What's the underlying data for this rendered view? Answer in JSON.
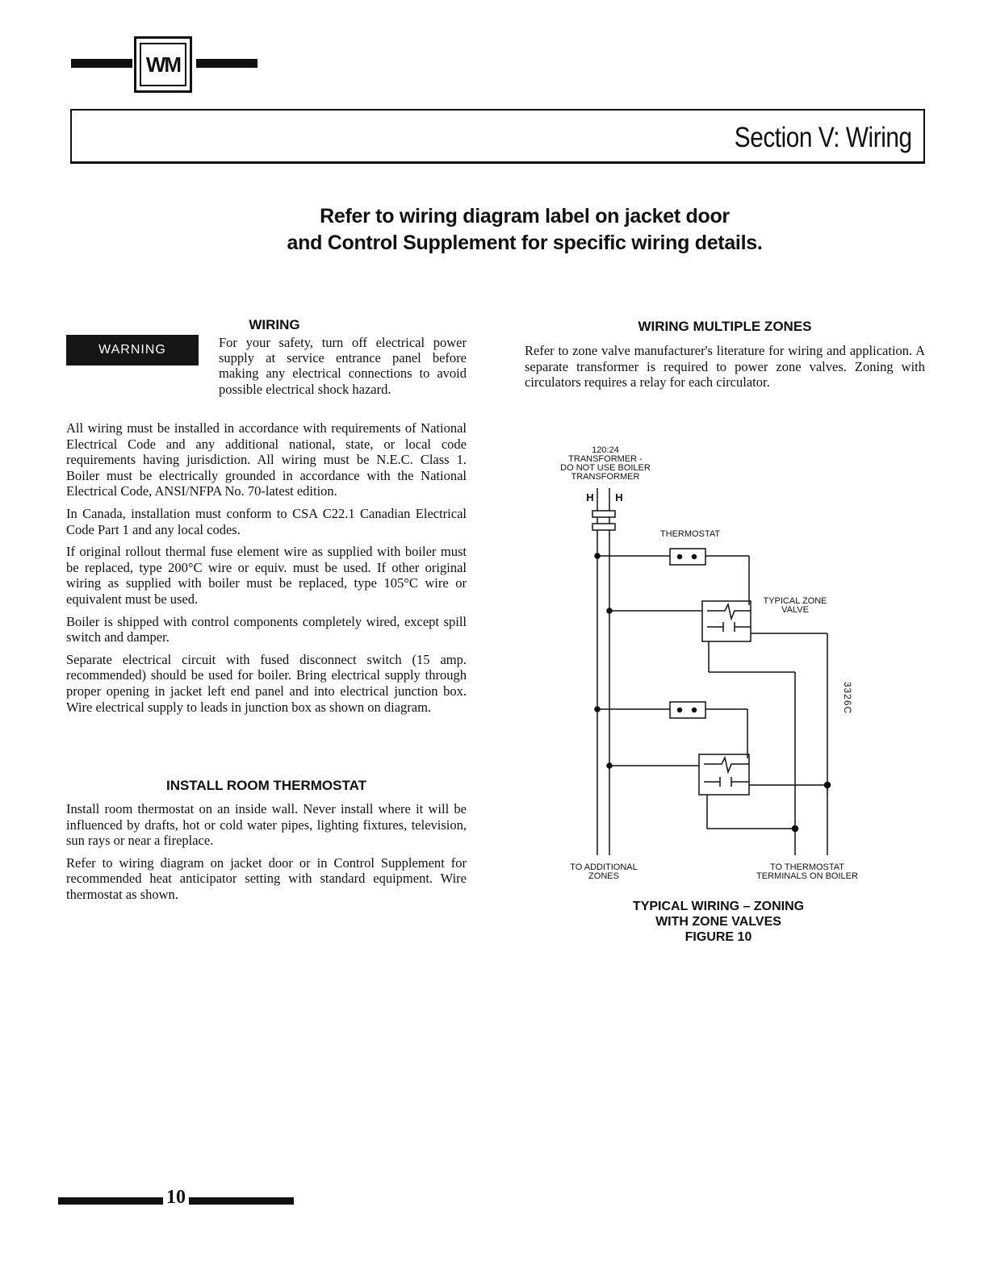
{
  "header": {
    "logo_text": "WM",
    "section_title": "Section V: Wiring"
  },
  "headline": {
    "line1": "Refer to wiring diagram label on jacket door",
    "line2": "and Control Supplement for specific wiring details."
  },
  "wiring": {
    "heading": "WIRING",
    "warning_label": "WARNING",
    "warning_text": "For your safety, turn off electrical power supply at service entrance panel before making any electrical connections to avoid possible electrical shock hazard.",
    "paragraphs": [
      "All wiring must be installed in accordance with requirements of National Electrical Code and any additional national, state, or local code requirements having jurisdiction. All wiring must be N.E.C. Class 1. Boiler must be electrically grounded in accordance with the National Electrical Code, ANSI/NFPA No. 70-latest edition.",
      "In Canada, installation must conform to CSA C22.1 Canadian Electrical Code Part 1 and any local codes.",
      "If original rollout thermal fuse element wire as supplied with boiler must be replaced, type 200°C wire or equiv. must be used. If other original wiring as supplied with boiler must be replaced, type 105°C wire or equivalent must be used.",
      "Boiler is shipped with control components completely wired, except spill switch and damper.",
      "Separate electrical circuit with fused disconnect switch (15 amp. recommended) should be used for boiler. Bring electrical supply through proper opening in jacket left end panel and into electrical junction box. Wire electrical supply to leads in junction box as shown on diagram."
    ]
  },
  "thermostat_section": {
    "heading": "INSTALL ROOM THERMOSTAT",
    "paragraphs": [
      "Install room thermostat on an inside wall. Never install where it will be influenced by drafts, hot or cold water pipes, lighting fixtures, television, sun rays or near a fireplace.",
      "Refer to wiring diagram on jacket door or in Control Supplement for recommended heat anticipator setting with standard equipment. Wire thermostat as shown."
    ]
  },
  "zones_section": {
    "heading": "WIRING MULTIPLE ZONES",
    "paragraph": "Refer to zone valve manufacturer's literature for wiring and application. A separate transformer is required to power zone valves. Zoning with circulators requires a relay for each circulator."
  },
  "diagram": {
    "transformer_line1": "120:24",
    "transformer_line2": "TRANSFORMER -",
    "transformer_line3": "DO NOT USE BOILER",
    "transformer_line4": "TRANSFORMER",
    "terminal_h1": "H",
    "terminal_h2": "H",
    "thermostat_label": "THERMOSTAT",
    "zone_valve_line1": "TYPICAL ZONE",
    "zone_valve_line2": "VALVE",
    "additional_line1": "TO ADDITIONAL",
    "additional_line2": "ZONES",
    "boiler_line1": "TO THERMOSTAT",
    "boiler_line2": "TERMINALS ON BOILER",
    "code": "3326C"
  },
  "figure": {
    "line1": "TYPICAL WIRING – ZONING",
    "line2": "WITH ZONE VALVES",
    "line3": "FIGURE 10"
  },
  "footer": {
    "page_number": "10"
  }
}
